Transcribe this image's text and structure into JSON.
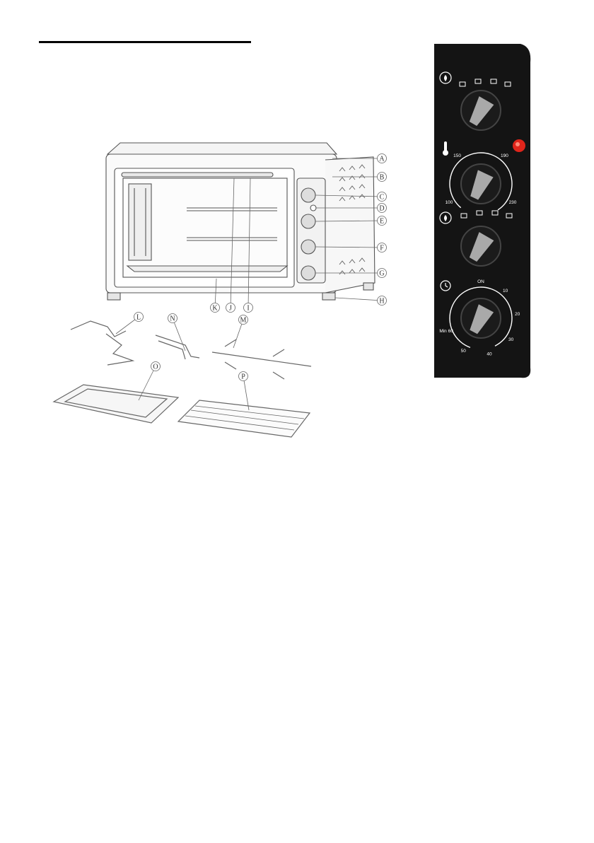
{
  "header": {
    "title_text": ""
  },
  "callouts": [
    "A",
    "B",
    "C",
    "D",
    "E",
    "F",
    "G",
    "H",
    "K",
    "J",
    "I",
    "L",
    "N",
    "M",
    "O",
    "P"
  ],
  "control_panel": {
    "temperature_scale": [
      "100",
      "150",
      "190",
      "230"
    ],
    "timer_scale": [
      "ON",
      "10",
      "20",
      "30",
      "40",
      "50",
      "Min 60"
    ],
    "colors": {
      "panel": "#141414",
      "indicator": "#e0251b",
      "knob": "#1b1b1b",
      "pointer": "#a9a9a9"
    },
    "icons": [
      "flame-icon",
      "thermometer-icon",
      "flame-icon",
      "clock-icon"
    ]
  }
}
